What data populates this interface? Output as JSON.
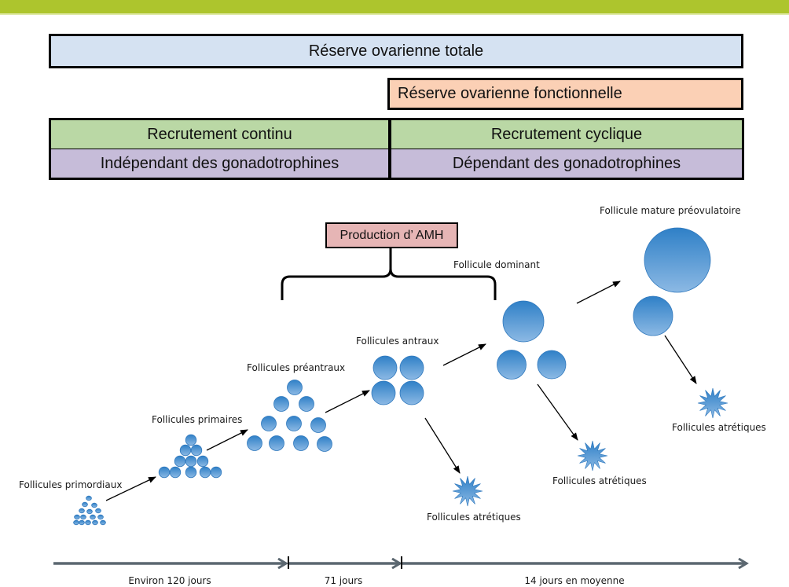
{
  "bands": {
    "total_reserve": "Réserve ovarienne totale",
    "functional_reserve": "Réserve ovarienne fonctionnelle",
    "continuous_recruitment": "Recrutement continu",
    "cyclic_recruitment": "Recrutement cyclique",
    "gonadotropin_independent": "Indépendant des gonadotrophines",
    "gonadotropin_dependent": "Dépendant des gonadotrophines"
  },
  "amh_box": "Production d’ AMH",
  "colors": {
    "header_bar": "#adc52d",
    "total_reserve": "#d5e2f2",
    "functional_reserve": "#fbd0b5",
    "recruitment": "#bad8a5",
    "gonadotropin": "#c6bcd9",
    "amh": "#e6b5b5",
    "follicle": "#3d89cc"
  },
  "stages": [
    {
      "id": "primordial",
      "label": "Follicules primordiaux"
    },
    {
      "id": "primary",
      "label": "Follicules primaires"
    },
    {
      "id": "preantral",
      "label": "Follicules préantraux"
    },
    {
      "id": "antral",
      "label": "Follicules antraux"
    },
    {
      "id": "dominant",
      "label": "Follicule dominant"
    },
    {
      "id": "mature",
      "label": "Follicule mature préovulatoire"
    }
  ],
  "atretic": [
    {
      "label": "Follicules atrétiques"
    },
    {
      "label": "Follicules atrétiques"
    },
    {
      "label": "Follicules atrétiques"
    }
  ],
  "timeline": [
    {
      "label": "Environ 120 jours"
    },
    {
      "label": "71 jours"
    },
    {
      "label": "14 jours en moyenne"
    }
  ]
}
